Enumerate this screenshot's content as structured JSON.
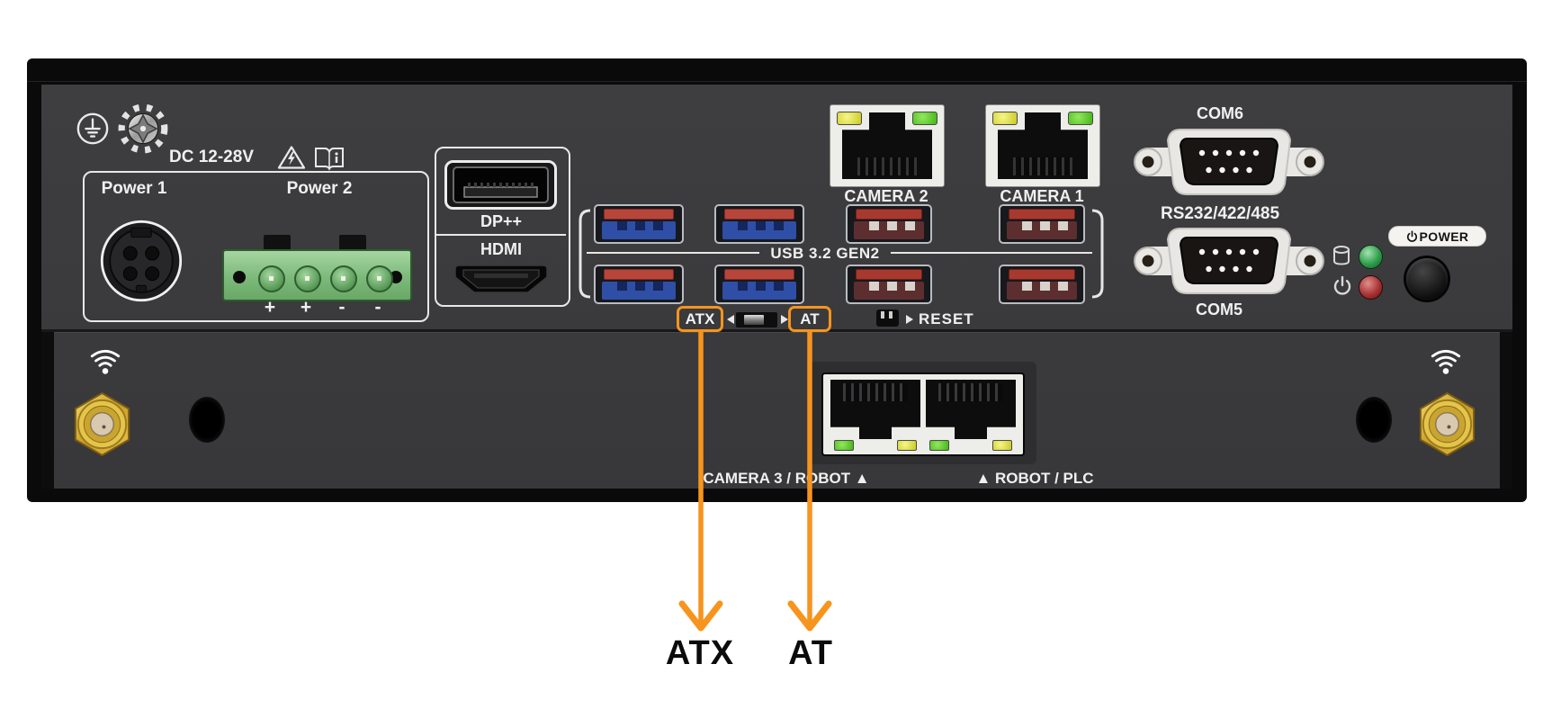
{
  "device": {
    "chassis_color": "#39393b",
    "bezel_color": "#0a0a0b",
    "power_area": {
      "voltage_label": "DC 12-28V",
      "power1_label": "Power 1",
      "power2_label": "Power 2",
      "polarity": [
        "+",
        "+",
        "-",
        "-"
      ],
      "terminal_color": "#7cb97a"
    },
    "video": {
      "dp_label": "DP++",
      "hdmi_label": "HDMI"
    },
    "usb_group": {
      "label": "USB 3.2 GEN2",
      "usb_blue": "#2f4ea6",
      "usb_red_tab": "#b8453a",
      "usb_maroon": "#5c2e30"
    },
    "camera_ports_top": {
      "camera2": "CAMERA 2",
      "camera1": "CAMERA 1"
    },
    "serial": {
      "com6_label": "COM6",
      "standard_label": "RS232/422/485",
      "com5_label": "COM5"
    },
    "power_controls": {
      "button_label": "POWER"
    },
    "mode_switch": {
      "atx_label": "ATX",
      "at_label": "AT",
      "reset_label": "RESET"
    },
    "bottom_ports": {
      "left_label": "CAMERA 3 / ROBOT ▲",
      "right_label": "▲ ROBOT / PLC"
    },
    "leds": {
      "hdd_color": "#2f9e4b",
      "power_color": "#a83434",
      "lan_yellow": "#e0e043",
      "lan_green": "#6ed23c"
    }
  },
  "annotation": {
    "accent_color": "#F7941D",
    "callouts": [
      {
        "label": "ATX"
      },
      {
        "label": "AT"
      }
    ]
  },
  "icons": {
    "protective_earth": "circle-with-ground-bars",
    "chassis_screw": "serrated-washer-screw",
    "hazard_warning": "triangle-lightning",
    "manual": "open-book-info",
    "wifi": "signal-arcs-dot",
    "hdd_led": "disk-cylinder",
    "power": "power-symbol"
  }
}
